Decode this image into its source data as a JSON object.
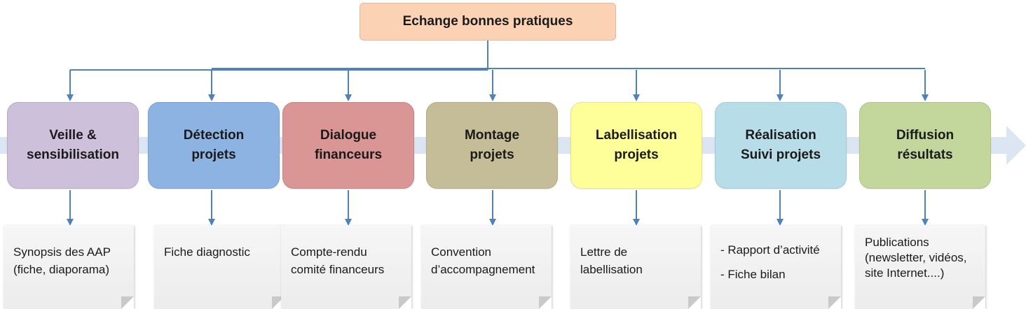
{
  "header": {
    "title": "Echange bonnes pratiques"
  },
  "stages": [
    {
      "lines": [
        "Veille &",
        "sensibilisation"
      ],
      "color": "#ccc0da",
      "border": "#b8abc8"
    },
    {
      "lines": [
        "Détection",
        "projets"
      ],
      "color": "#8db3e2",
      "border": "#7aa0d0"
    },
    {
      "lines": [
        "Dialogue",
        "financeurs"
      ],
      "color": "#da9694",
      "border": "#c88482"
    },
    {
      "lines": [
        "Montage",
        "projets"
      ],
      "color": "#c4bd97",
      "border": "#b2ab86"
    },
    {
      "lines": [
        "Labellisation",
        "projets"
      ],
      "color": "#ffff99",
      "border": "#e6e685"
    },
    {
      "lines": [
        "Réalisation",
        "Suivi projets"
      ],
      "color": "#b7dde8",
      "border": "#a3c9d4"
    },
    {
      "lines": [
        "Diffusion",
        "résultats"
      ],
      "color": "#c3d69b",
      "border": "#b0c389"
    }
  ],
  "outputs": [
    {
      "lines": [
        "Synopsis  des AAP",
        "(fiche, diaporama)"
      ]
    },
    {
      "lines": [
        "Fiche diagnostic"
      ]
    },
    {
      "lines": [
        "Compte-rendu",
        "comité financeurs"
      ]
    },
    {
      "lines": [
        "Convention",
        "d’accompagnement"
      ]
    },
    {
      "lines": [
        "Lettre de",
        "labellisation"
      ]
    },
    {
      "lines": [
        "- Rapport d’activité",
        "- Fiche bilan"
      ]
    },
    {
      "lines": [
        "Publications",
        "(newsletter, vidéos,",
        "site  Internet....)"
      ]
    }
  ],
  "colors": {
    "connector": "#4f81bd",
    "flow_arrow": "#dce6f2"
  }
}
